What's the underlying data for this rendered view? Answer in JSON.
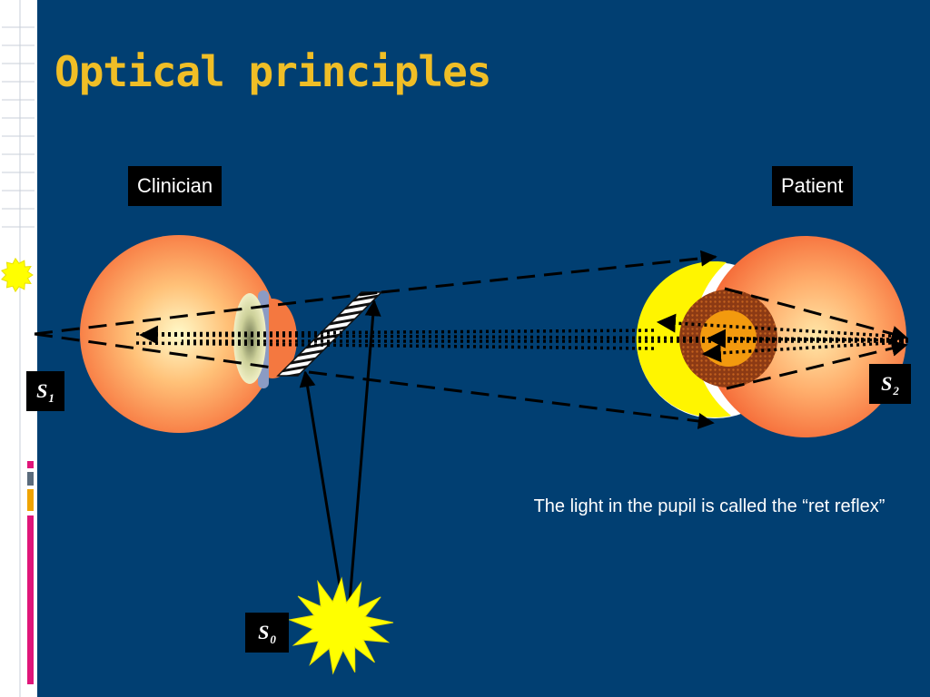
{
  "slide": {
    "title": "Optical principles",
    "background_color": "#013F72",
    "title_color": "#F0BE26"
  },
  "labels": {
    "clinician": "Clinician",
    "patient": "Patient"
  },
  "sources": {
    "s1": {
      "letter": "S",
      "subscript": "1"
    },
    "s2": {
      "letter": "S",
      "subscript": "2"
    },
    "s0": {
      "letter": "S",
      "subscript": "0"
    }
  },
  "caption": "The light in the pupil is called the “ret reflex”",
  "icons": [
    "small-sun-icon",
    "large-sun-icon",
    "clinician-eye-icon",
    "patient-eye-icon",
    "mirror-icon"
  ]
}
